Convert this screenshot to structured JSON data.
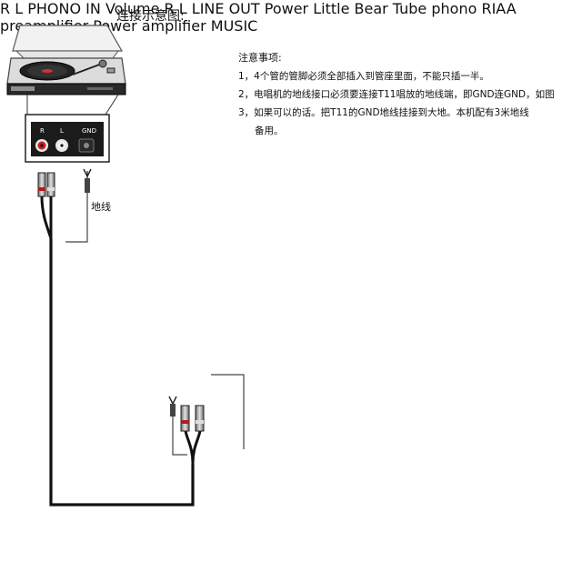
{
  "title": "连接示意图:",
  "notes": {
    "heading": "注意事项:",
    "items": [
      "1，4个管的管脚必须全部插入到管座里面，不能只插一半。",
      "2，电唱机的地线接口必须要连接T11唱放的地线端，即GND连GND，如图",
      "3，如果可以的话。把T11的GND地线挂接到大地。本机配有3米地线",
      "备用。"
    ]
  },
  "labels": {
    "ground_wire": "地线",
    "turntable_r": "R",
    "turntable_l": "L",
    "turntable_gnd": "GND",
    "phono_r": "R",
    "phono_l": "L",
    "phono_in": "PHONO IN",
    "volume": "Volume",
    "out_r": "R",
    "out_l": "L",
    "line_out": "LINE OUT",
    "power": "Power",
    "model_strip": "Little Bear Tube phono RIAA preamplifier",
    "power_amplifier": "Power amplifier",
    "speaker_badge": "MUSIC"
  }
}
